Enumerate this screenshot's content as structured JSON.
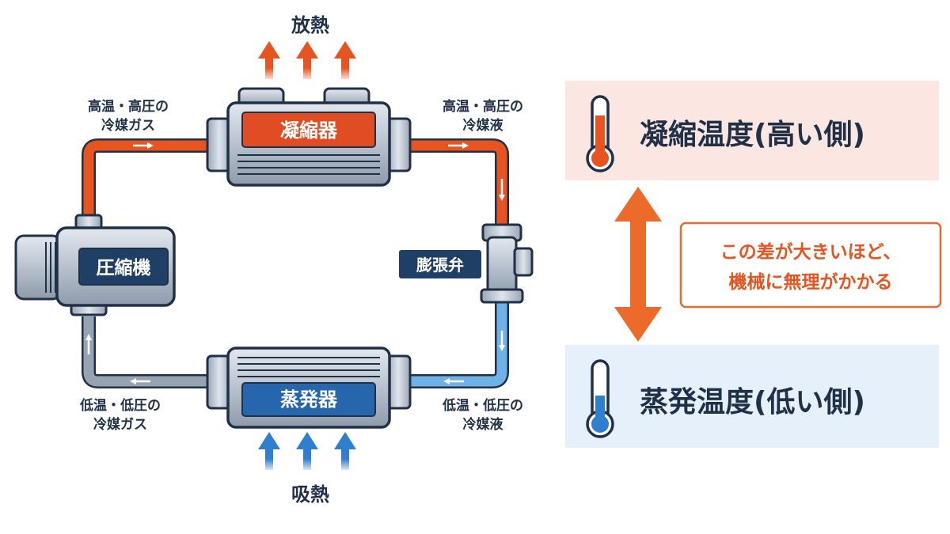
{
  "diagram": {
    "heat_release_label": "放熱",
    "heat_absorb_label": "吸熱",
    "condenser_label": "凝縮器",
    "evaporator_label": "蒸発器",
    "compressor_label": "圧縮機",
    "expansion_valve_label": "膨張弁",
    "flow_labels": {
      "top_left": [
        "高温・高圧の",
        "冷媒ガス"
      ],
      "top_right": [
        "高温・高圧の",
        "冷媒液"
      ],
      "bottom_left": [
        "低温・低圧の",
        "冷媒ガス"
      ],
      "bottom_right": [
        "低温・低圧の",
        "冷媒液"
      ]
    },
    "colors": {
      "hot": "#e8541f",
      "cold": "#5aa5e0",
      "low_gas": "#8a97a8",
      "component": "#1f3f66",
      "condenser_tag": "#e04d22",
      "evaporator_tag": "#2566ad"
    }
  },
  "panel": {
    "condensing_title": "凝縮温度(高い側)",
    "evaporating_title": "蒸発温度(低い側)",
    "note_lines": [
      "この差が大きいほど、",
      "機械に無理がかかる"
    ],
    "colors": {
      "hot_bg": "#fbe6e1",
      "cold_bg": "#e5f0fa",
      "arrow": "#ec6a2a",
      "note_border": "#ec6a2a"
    }
  }
}
